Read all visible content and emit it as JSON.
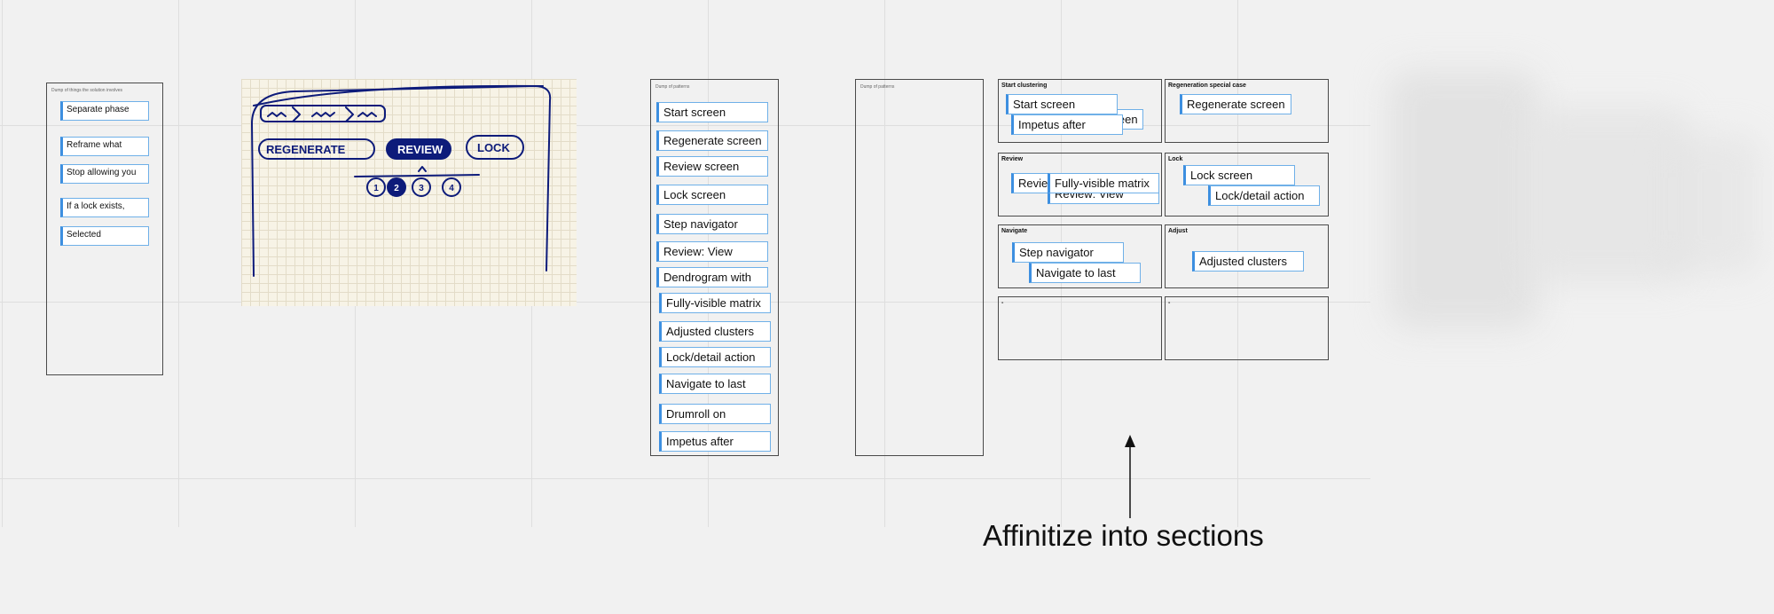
{
  "canvas": {
    "brainstorm_frame": {
      "title": "Dump of things the solution involves",
      "notes": [
        "Separate phase",
        "Reframe what",
        "Stop allowing you",
        "If a lock exists,",
        "Selected"
      ]
    },
    "sketch": {
      "buttons": [
        "REGENERATE",
        "REVIEW",
        "LOCK"
      ],
      "steps": [
        "1",
        "2",
        "3",
        "4"
      ]
    },
    "patterns_frame": {
      "title": "Dump of patterns",
      "notes": [
        "Start screen",
        "Regenerate screen",
        "Review screen",
        "Lock screen",
        "Step navigator",
        "Review: View",
        "Dendrogram with",
        "Fully-visible matrix",
        "Adjusted clusters",
        "Lock/detail action",
        "Navigate to last",
        "Drumroll on",
        "Impetus after"
      ]
    },
    "empty_frame": {
      "title": "Dump of patterns"
    },
    "sections": [
      {
        "title": "Start clustering",
        "notes": [
          "Start screen",
          "Regenerate screen",
          "Impetus after"
        ]
      },
      {
        "title": "Regeneration special case",
        "notes": [
          "Regenerate screen"
        ]
      },
      {
        "title": "Review",
        "notes": [
          "Review screen",
          "Review: View",
          "Fully-visible matrix"
        ]
      },
      {
        "title": "Lock",
        "notes": [
          "Lock screen",
          "Lock/detail action"
        ]
      },
      {
        "title": "Navigate",
        "notes": [
          "Step navigator",
          "Navigate to last"
        ]
      },
      {
        "title": "Adjust",
        "notes": [
          "Adjusted clusters"
        ]
      },
      {
        "title": "-",
        "notes": []
      },
      {
        "title": "-",
        "notes": []
      }
    ],
    "annotation": {
      "text": "Affinitize into sections"
    }
  },
  "colors": {
    "background": "#f1f1f1",
    "sticky_accent": "#3d8fe0",
    "sketch_ink": "#0d1b7a"
  }
}
